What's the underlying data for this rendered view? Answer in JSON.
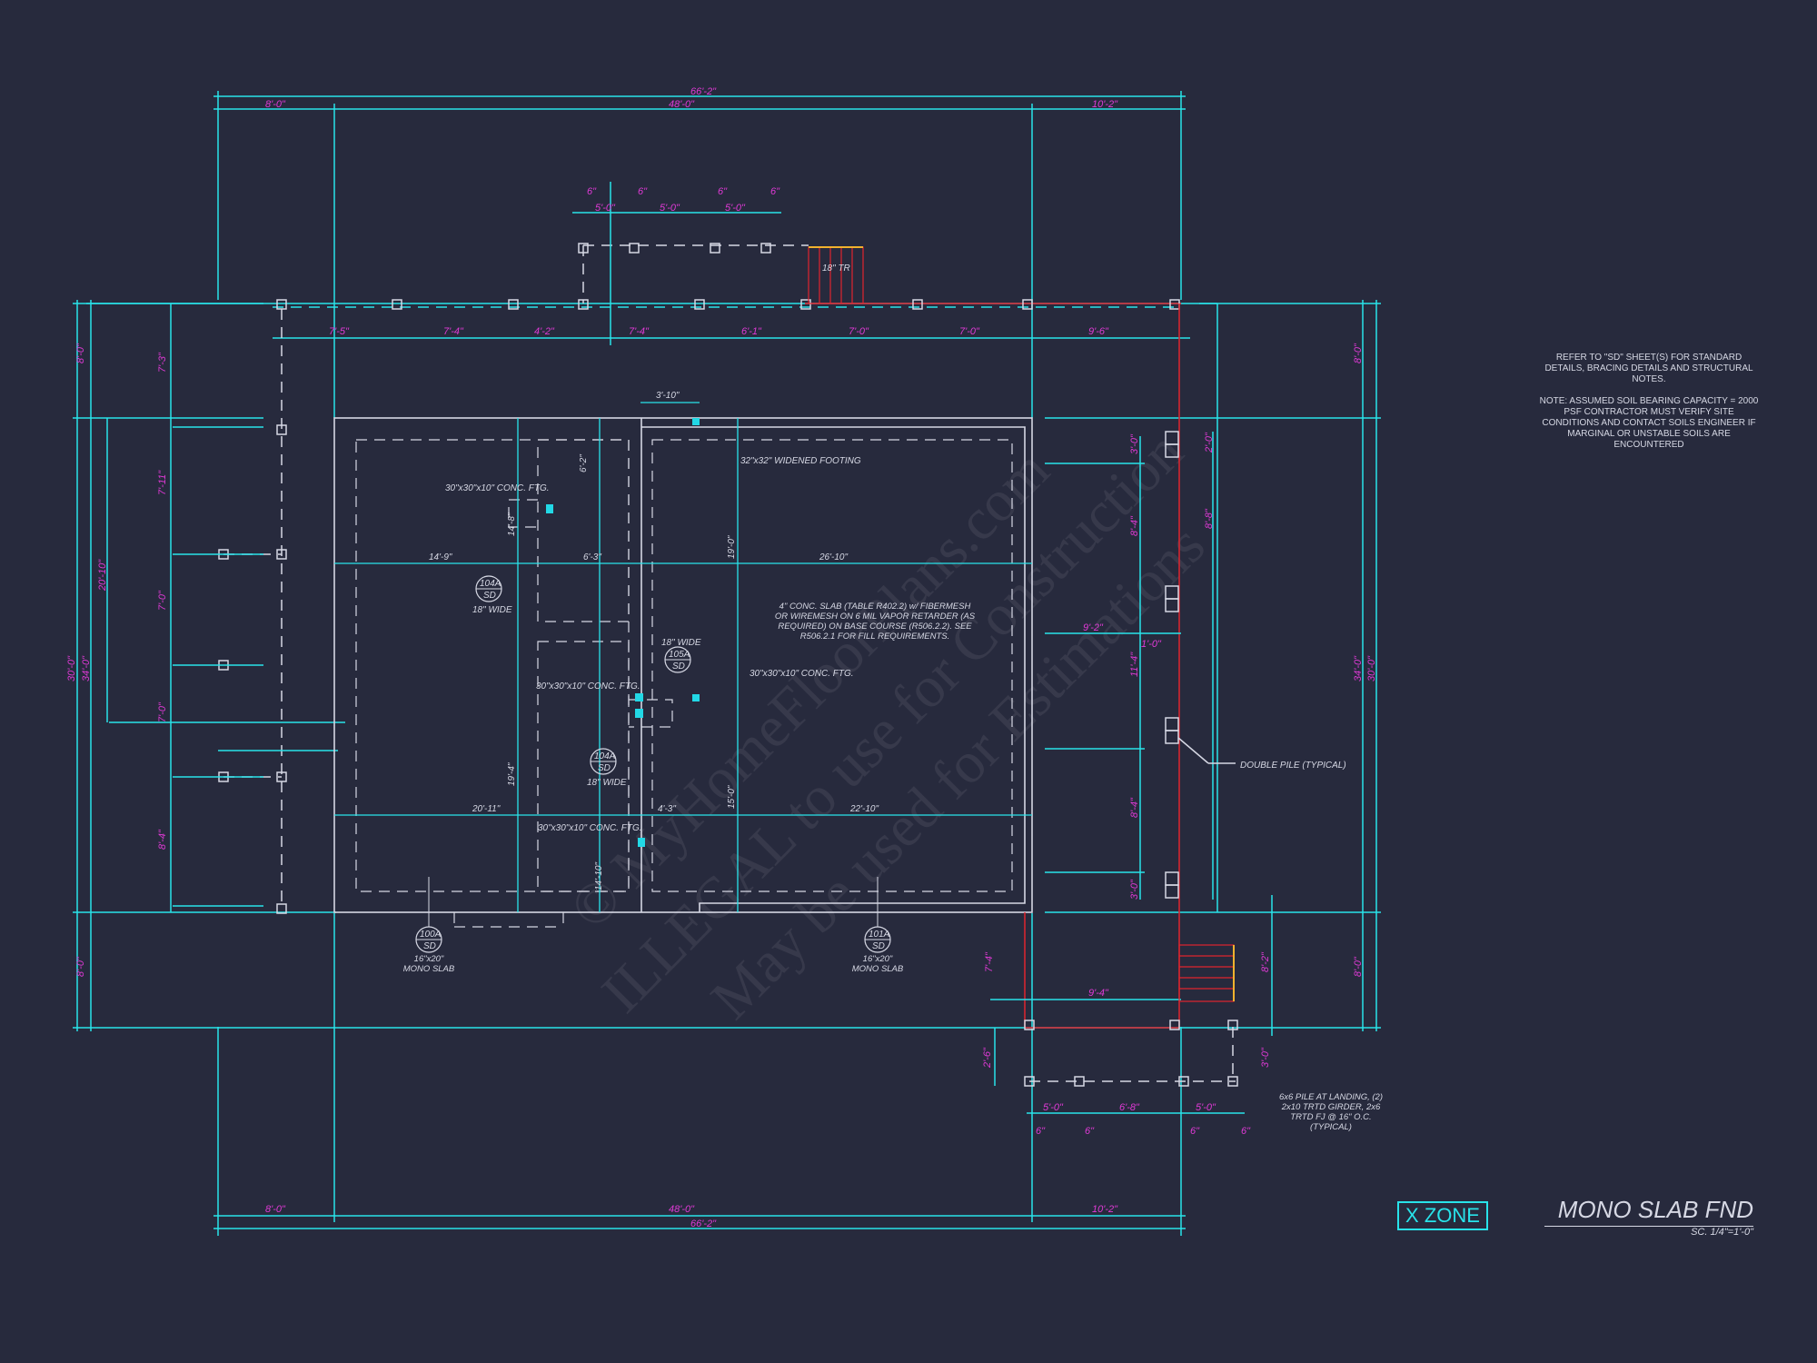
{
  "watermark": {
    "line1": "© MyHomeFloorPlans.com",
    "line2": "ILLEGAL to use for Construction",
    "line3": "May be used for Estimations"
  },
  "notes": {
    "ref": "REFER TO \"SD\" SHEET(S) FOR STANDARD DETAILS, BRACING DETAILS AND STRUCTURAL NOTES.",
    "soil": "NOTE: ASSUMED SOIL BEARING CAPACITY = 2000 PSF CONTRACTOR MUST VERIFY SITE CONDITIONS AND CONTACT SOILS ENGINEER IF MARGINAL OR UNSTABLE SOILS ARE ENCOUNTERED"
  },
  "title": {
    "main": "MONO SLAB FND",
    "scale": "SC. 1/4\"=1'-0\""
  },
  "zone": "X ZONE",
  "dims_top": {
    "overall": "66'-2\"",
    "left": "8'-0\"",
    "mid": "48'-0\"",
    "right": "10'-2\""
  },
  "dims_bottom": {
    "overall": "66'-2\"",
    "left": "8'-0\"",
    "mid": "48'-0\"",
    "right": "10'-2\""
  },
  "porch_top": {
    "d1": "5'-0\"",
    "d2": "5'-0\"",
    "d3": "5'-0\"",
    "s": "6\"",
    "stair": "18\" TR"
  },
  "pile_row": [
    "7'-5\"",
    "7'-4\"",
    "4'-2\"",
    "7'-4\"",
    "6'-1\"",
    "7'-0\"",
    "7'-0\"",
    "9'-6\""
  ],
  "side_left": [
    "8'-0\"",
    "30'-0\"",
    "34'-0\"",
    "20'-10\"",
    "7'-3\"",
    "7'-11\"",
    "7'-0\"",
    "7'-0\"",
    "8'-4\"",
    "8'-0\""
  ],
  "side_right": [
    "8'-0\"",
    "34'-0\"",
    "30'-0\"",
    "8'-0\"",
    "3'-0\"",
    "8'-4\"",
    "11'-4\"",
    "8'-4\"",
    "3'-0\"",
    "2'-0\"",
    "8'-8\""
  ],
  "interior": {
    "d_14_9": "14'-9\"",
    "d_6_3": "6'-3\"",
    "d_26_10": "26'-10\"",
    "d_20_11": "20'-11\"",
    "d_4_3": "4'-3\"",
    "d_22_10": "22'-10\"",
    "d_3_10": "3'-10\"",
    "d_9_2": "9'-2\"",
    "d_1_0": "1'-0\"",
    "d_14_8": "14'-8\"",
    "d_19_0": "19'-0\"",
    "d_19_4": "19'-4\"",
    "d_15_0": "15'-0\"",
    "d_6_2": "6'-2\"",
    "d_14_10": "14'-10\""
  },
  "callouts": {
    "ftg1": "30\"x30\"x10\" CONC. FTG.",
    "ftg2": "30\"x30\"x10\" CONC. FTG.",
    "ftg3": "30\"x30\"x10\" CONC. FTG.",
    "ftg4": "30\"x30\"x10\" CONC. FTG.",
    "widened": "32\"x32\" WIDENED FOOTING",
    "slab": "4\" CONC. SLAB (TABLE R402.2) w/ FIBERMESH OR WIREMESH ON 6 MIL VAPOR RETARDER (AS REQUIRED) ON BASE COURSE (R506.2.2). SEE R506.2.1 FOR FILL REQUIREMENTS.",
    "wide18": "18\" WIDE",
    "double_pile": "DOUBLE PILE (TYPICAL)",
    "landing": "6x6 PILE AT LANDING, (2) 2x10 TRTD GIRDER, 2x6 TRTD FJ @ 16\" O.C. (TYPICAL)",
    "mono": "16\"x20\" MONO SLAB"
  },
  "tags": {
    "t104a_1": {
      "id": "104A",
      "sheet": "SD",
      "note": "18\" WIDE"
    },
    "t105a": {
      "id": "105A",
      "sheet": "SD",
      "note": "18\" WIDE"
    },
    "t104a_2": {
      "id": "104A",
      "sheet": "SD",
      "note": "18\" WIDE"
    },
    "t100a": {
      "id": "100A",
      "sheet": "SD",
      "note": "16\"x20\" MONO SLAB"
    },
    "t101a": {
      "id": "101A",
      "sheet": "SD",
      "note": "16\"x20\" MONO SLAB"
    }
  },
  "landing_dims": {
    "d1": "5'-0\"",
    "d2": "6'-8\"",
    "d3": "5'-0\"",
    "w": "9'-4\"",
    "d4": "7'-4\"",
    "d5": "8'-2\"",
    "d6": "2'-6\"",
    "d7": "3'-0\"",
    "s": "6\""
  },
  "colors": {
    "background": "#272a3d",
    "cyan": "#28e3ea",
    "magenta": "#e03ad6",
    "white": "#d6d8e4",
    "red": "#e0242e",
    "cyan_fill": "#22d8e6"
  }
}
